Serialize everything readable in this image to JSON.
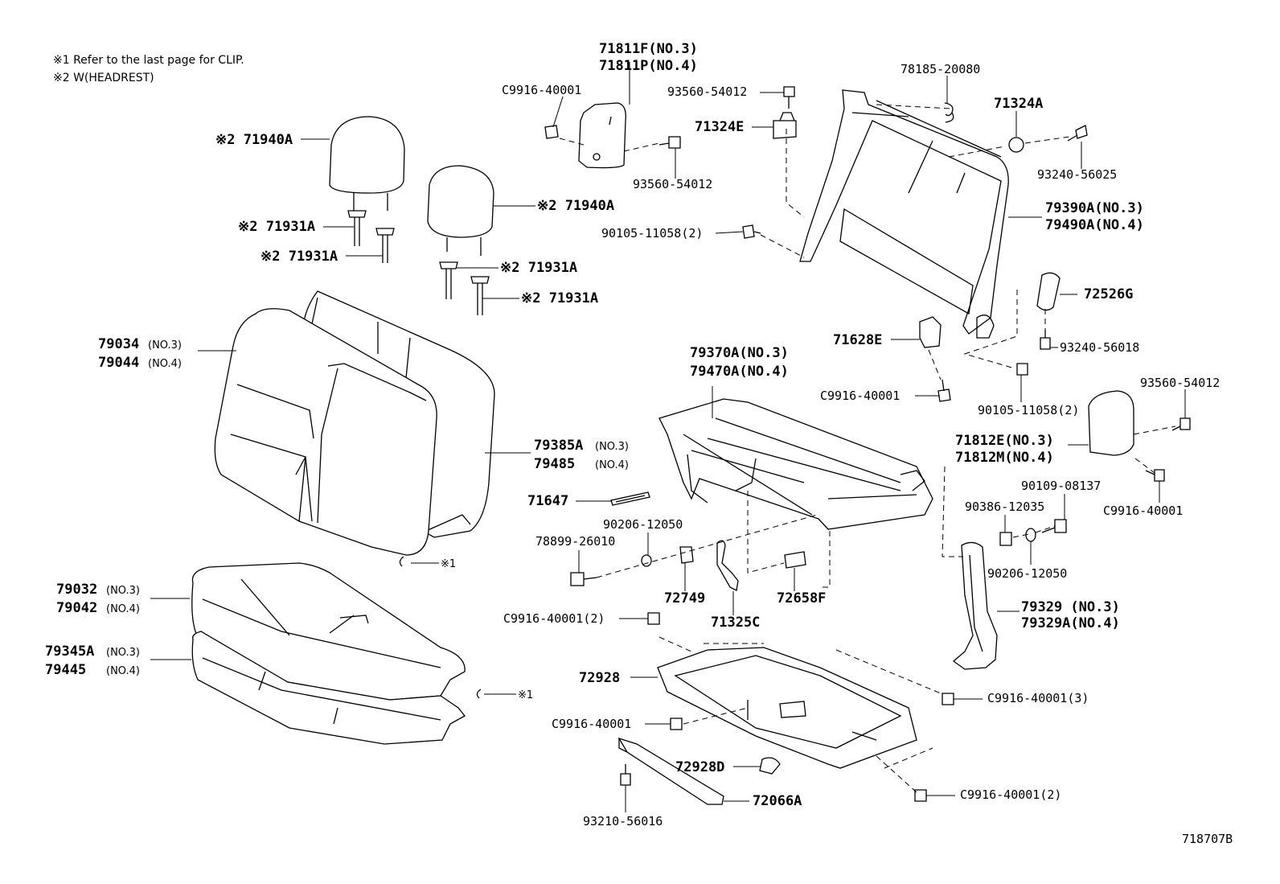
{
  "notes": [
    "※1 Refer to the last page for CLIP.",
    "※2 W(HEADREST)"
  ],
  "labels": {
    "l71811f": "71811F(NO.3)",
    "l71811p": "71811P(NO.4)",
    "c9916_a": "C9916-40001",
    "l93560_a": "93560-54012",
    "l93560_b": "93560-54012",
    "l78185": "78185-20080",
    "l71324e": "71324E",
    "l71324a": "71324A",
    "l93240_a": "93240-56025",
    "l79390a": "79390A(NO.3)",
    "l79490a": "79490A(NO.4)",
    "l90105_a": "90105-11058(2)",
    "l72526g": "72526G",
    "l93240_b": "93240-56018",
    "l71628e": "71628E",
    "c9916_b": "C9916-40001",
    "l90105_b": "90105-11058(2)",
    "l93560_c": "93560-54012",
    "l71812e": "71812E(NO.3)",
    "l71812m": "71812M(NO.4)",
    "c9916_c": "C9916-40001",
    "l90109": "90109-08137",
    "l90386": "90386-12035",
    "l90206_b": "90206-12050",
    "l79329": "79329 (NO.3)",
    "l79329a": "79329A(NO.4)",
    "l79370a": "79370A(NO.3)",
    "l79470a": "79470A(NO.4)",
    "l71940a_1": "※2 71940A",
    "l71940a_2": "※2 71940A",
    "l71931a_1": "※2 71931A",
    "l71931a_2": "※2 71931A",
    "l71931a_3": "※2 71931A",
    "l71931a_4": "※2 71931A",
    "l79034": "79034",
    "l79034s": "(NO.3)",
    "l79044": "79044",
    "l79044s": "(NO.4)",
    "l79385a": "79385A",
    "l79385as": "(NO.3)",
    "l79485": "79485",
    "l79485s": "(NO.4)",
    "l71647": "71647",
    "l90206_a": "90206-12050",
    "l78899": "78899-26010",
    "l72749": "72749",
    "l72658f": "72658F",
    "l71325c": "71325C",
    "c9916_d": "C9916-40001(2)",
    "l72928": "72928",
    "c9916_e": "C9916-40001",
    "l72928d": "72928D",
    "l93210": "93210-56016",
    "l72066a": "72066A",
    "c9916_f": "C9916-40001(3)",
    "c9916_g": "C9916-40001(2)",
    "l79032": "79032",
    "l79032s": "(NO.3)",
    "l79042": "79042",
    "l79042s": "(NO.4)",
    "l79345a": "79345A",
    "l79345as": "(NO.3)",
    "l79445": "79445",
    "l79445s": "(NO.4)",
    "clip1": "※1",
    "clip2": "※1",
    "figure_id": "718707B"
  }
}
